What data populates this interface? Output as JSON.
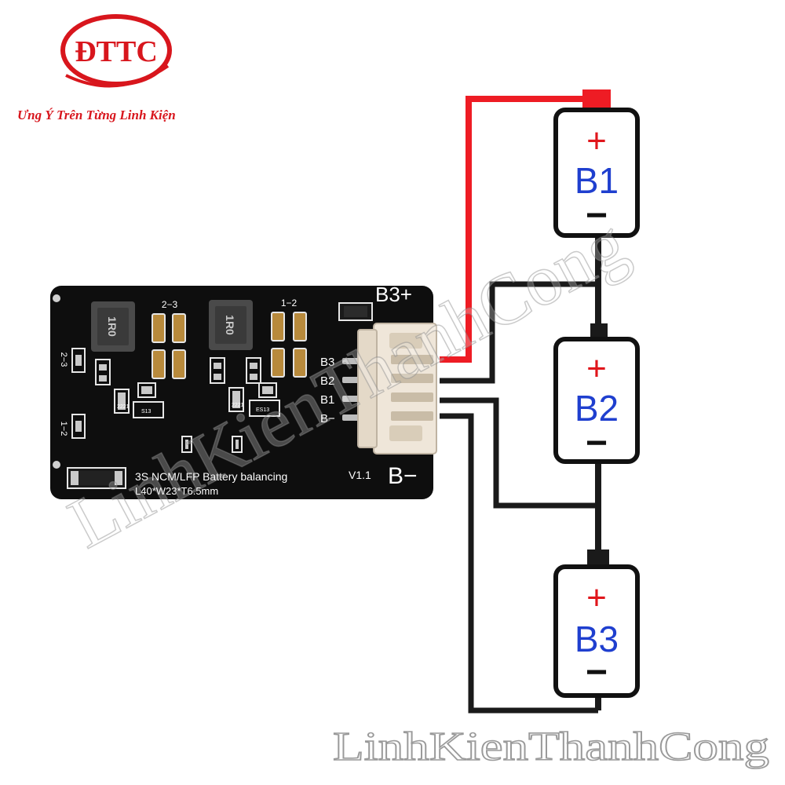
{
  "brand": {
    "logo_text": "ĐTTC",
    "slogan": "Ưng Ý Trên Từng Linh Kiện",
    "color": "#d8161d"
  },
  "watermark": {
    "text": "LinhKienThanhCong"
  },
  "board": {
    "title": "3S NCM/LFP Battery balancing",
    "version": "V1.1",
    "dimensions": "L40*W23*T6.5mm",
    "pin_labels": [
      "B3",
      "B2",
      "B1",
      "B−"
    ],
    "terminal_plus": "B3+",
    "terminal_minus": "B−",
    "inductor_mark": "1R0",
    "pair_label_left": "2−3",
    "pair_label_right": "1−2",
    "side_label_top": "2−3",
    "side_label_bottom": "1−2",
    "chip_labels": [
      "2221",
      "S13",
      "2221",
      "ES13"
    ]
  },
  "batteries": [
    {
      "name": "B1",
      "plus": "+",
      "minus": "−"
    },
    {
      "name": "B2",
      "plus": "+",
      "minus": "−"
    },
    {
      "name": "B3",
      "plus": "+",
      "minus": "−"
    }
  ],
  "colors": {
    "wire_positive": "#ee1c24",
    "wire_negative": "#1a1a1a",
    "battery_label": "#1f3fcf",
    "battery_plus": "#e0161c",
    "pcb": "#0e0e0e",
    "connector": "#efe6d9"
  }
}
